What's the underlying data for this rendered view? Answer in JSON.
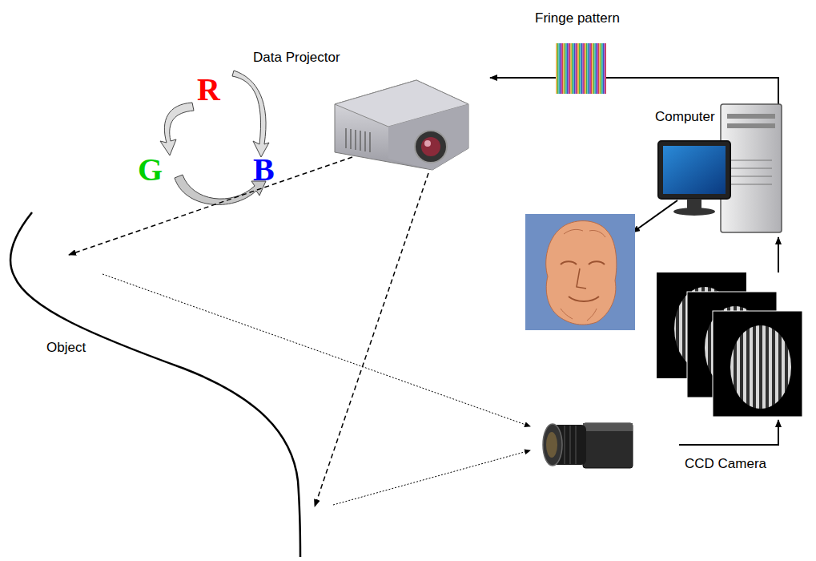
{
  "diagram": {
    "labels": [
      "Fringe pattern",
      "Data Projector",
      "R",
      "Computer",
      "G",
      "B",
      "Object",
      "CCD Camera"
    ]
  }
}
